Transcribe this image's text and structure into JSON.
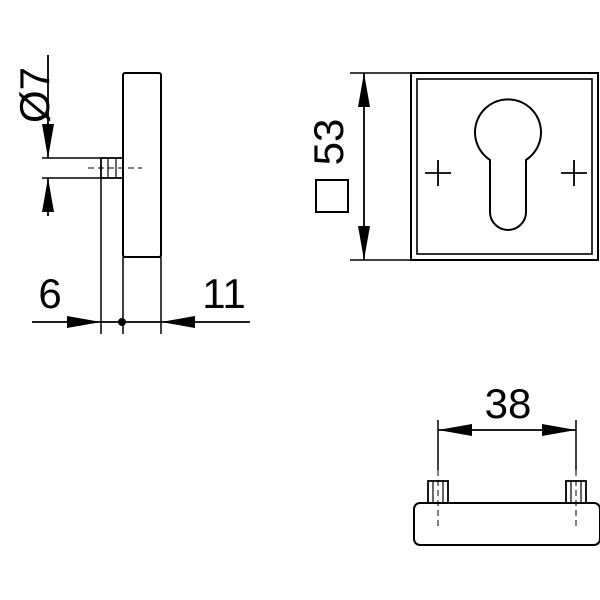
{
  "dimensions": {
    "pin_diameter": "Ø7",
    "side_left": "6",
    "side_right": "11",
    "plate_size": "53",
    "pin_spacing": "38"
  },
  "colors": {
    "line": "#000000",
    "background": "#ffffff"
  }
}
